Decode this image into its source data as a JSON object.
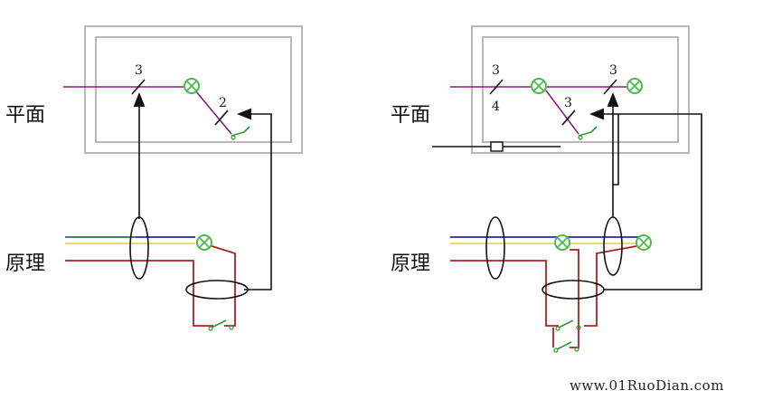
{
  "left_diagram": {
    "plan_label": "平面",
    "principle_label": "原理",
    "switch_label_a": "3",
    "switch_label_b": "2"
  },
  "right_diagram": {
    "plan_label": "平面",
    "principle_label": "原理",
    "switch_label_a": "3",
    "switch_label_b": "3",
    "switch_label_c": "3",
    "switch_label_d": "4"
  },
  "watermark": "www.01RuoDian.com",
  "colors": {
    "room_outline": "#b8b8b8",
    "wire_magenta": "#8b1a8b",
    "wire_blue": "#2a2aa0",
    "wire_yellow": "#e8d84a",
    "wire_red": "#b02020",
    "wire_green": "#2f9a2f",
    "wire_black": "#111111",
    "lamp_green": "#4cbb4c"
  }
}
